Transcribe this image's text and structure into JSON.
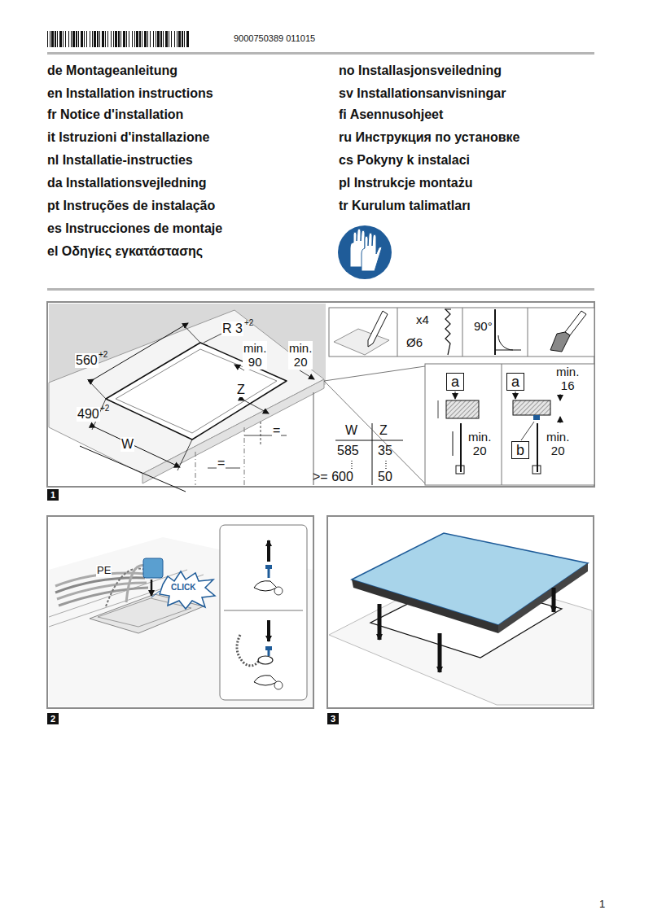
{
  "diagram": {
    "nodes": [
      {
        "text": [
          "a"
        ]
      },
      {
        "text": [
          "a"
        ]
      },
      {
        "text": [
          "b"
        ]
      },
      {
        "text": [
          "1"
        ]
      },
      {
        "text": [
          "2"
        ]
      },
      {
        "text": [
          "3"
        ]
      }
    ],
    "labels": [
      "9000750389 011015",
      "de Montageanleitung",
      "en Installation instructions",
      "fr Notice d'installation",
      "it Istruzioni d'installazione",
      "nl Installatie-instructies",
      "da Installationsvejledning",
      "pt Instruções de instalação",
      "es Instrucciones de montaje",
      "el Οδηγίες εγκατάστασης",
      "no Installasjonsveiledning",
      "sv Installationsanvisningar",
      "fi Asennusohjeet",
      "ru Инструкция по установке",
      "cs Pokyny k instalaci",
      "pl Instrukcje montażu",
      "tr Kurulum talimatları",
      "R 3",
      "+2",
      "min. 90",
      "min. 20",
      "560",
      "+2",
      "Z",
      "490",
      "+2",
      "W",
      "=",
      "=",
      "W",
      "Z",
      "585",
      "35",
      ">= 600",
      "50",
      "x4",
      "Ø6",
      "90°",
      "min. 16",
      "min. 20",
      "min. 20",
      "PE",
      "CLICK",
      "1"
    ]
  }
}
